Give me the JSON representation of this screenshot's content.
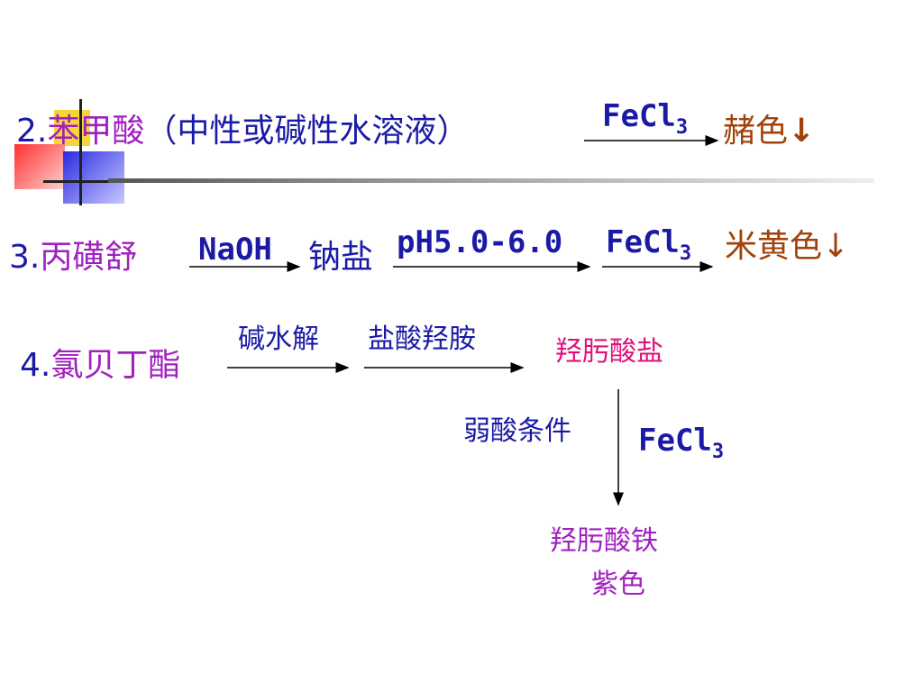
{
  "rxn2": {
    "number": "2.",
    "compound": "苯甲酸",
    "condition": "（中性或碱性水溶液）",
    "reagent": "FeCl",
    "reagent_sub": "3",
    "product": "赭色",
    "precipitate": "↓"
  },
  "rxn3": {
    "number": "3.",
    "compound": "丙磺舒",
    "reagent1": "NaOH",
    "intermediate": "钠盐",
    "condition": "pH5.0-6.0",
    "reagent2": "FeCl",
    "reagent2_sub": "3",
    "product": "米黄色↓"
  },
  "rxn4": {
    "number": "4.",
    "compound": "氯贝丁酯",
    "step1": "碱水解",
    "step2": "盐酸羟胺",
    "intermediate": "羟肟酸盐",
    "condition": "弱酸条件",
    "reagent": "FeCl",
    "reagent_sub": "3",
    "product_line1": "羟肟酸铁",
    "product_line2": "紫色"
  },
  "colors": {
    "blue_text": "#1a1aa6",
    "purple_text": "#a020c0",
    "magenta_text": "#e0107a",
    "brown_text": "#a0420a"
  }
}
